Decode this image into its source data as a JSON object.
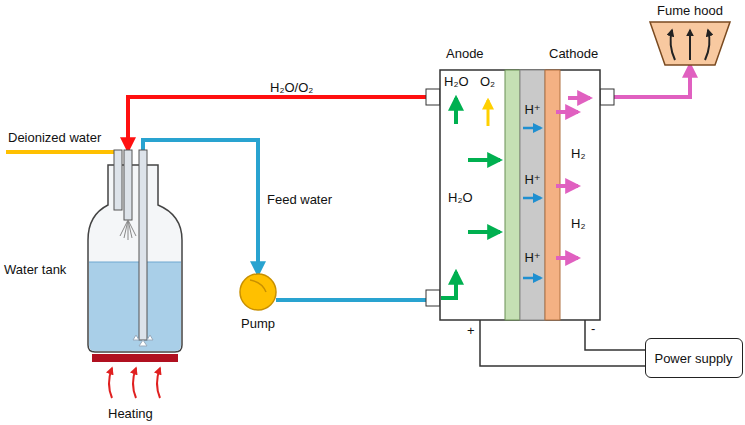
{
  "diagram": {
    "nodes": [
      {
        "text": [
          "Water tank"
        ]
      },
      {
        "text": [
          "Pump"
        ]
      },
      {
        "text": [
          "Anode",
          "H₂O",
          "O₂",
          "H₂O"
        ]
      },
      {
        "text": [
          "H⁺",
          "H⁺",
          "H⁺"
        ]
      },
      {
        "text": [
          "Cathode",
          "H₂",
          "H₂"
        ]
      },
      {
        "text": [
          "Fume hood"
        ]
      },
      {
        "text": [
          "Power supply"
        ]
      }
    ],
    "edges": [
      {
        "from": 0,
        "to": 1,
        "label": "Feed water",
        "arrow": "to"
      },
      {
        "from": 1,
        "to": 2,
        "arrow": "none"
      },
      {
        "from": 2,
        "to": 0,
        "label": "H₂O/O₂",
        "arrow": "to"
      },
      {
        "from": 4,
        "to": 5,
        "arrow": "to"
      },
      {
        "from": 6,
        "to": 2,
        "arrow": "none"
      },
      {
        "from": 6,
        "to": 4,
        "arrow": "none"
      }
    ],
    "labels": [
      "Deionized water",
      "Heating",
      "+",
      "-"
    ]
  }
}
